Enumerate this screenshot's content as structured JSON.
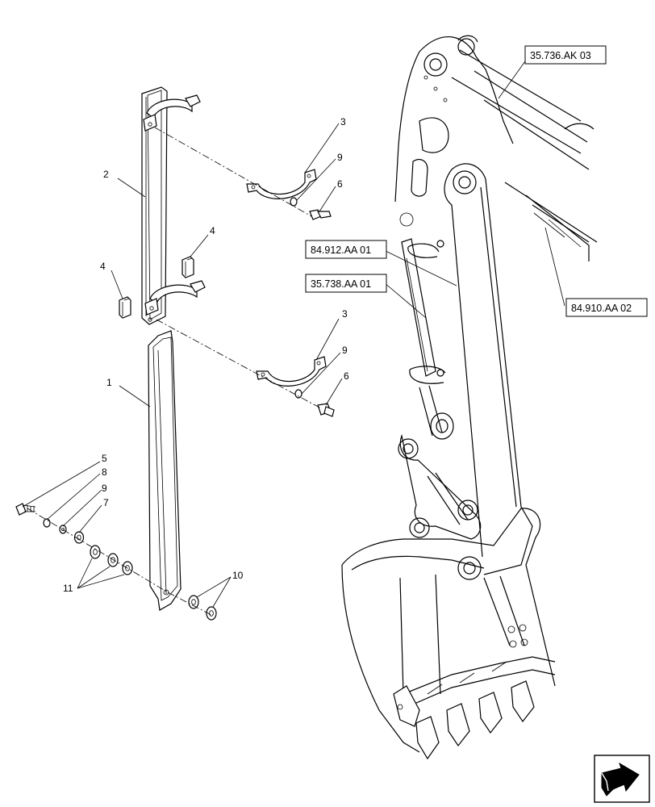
{
  "callouts": {
    "c1": "1",
    "c2": "2",
    "c3a": "3",
    "c3b": "3",
    "c4a": "4",
    "c4b": "4",
    "c5": "5",
    "c6a": "6",
    "c6b": "6",
    "c7": "7",
    "c8": "8",
    "c9a": "9",
    "c9b": "9",
    "c9c": "9",
    "c10": "10",
    "c11": "11"
  },
  "references": {
    "r1": "35.736.AK 03",
    "r2": "84.912.AA 01",
    "r3": "35.738.AA 01",
    "r4": "84.910.AA 02"
  },
  "icons": {
    "nav": "arrow-next-icon"
  }
}
